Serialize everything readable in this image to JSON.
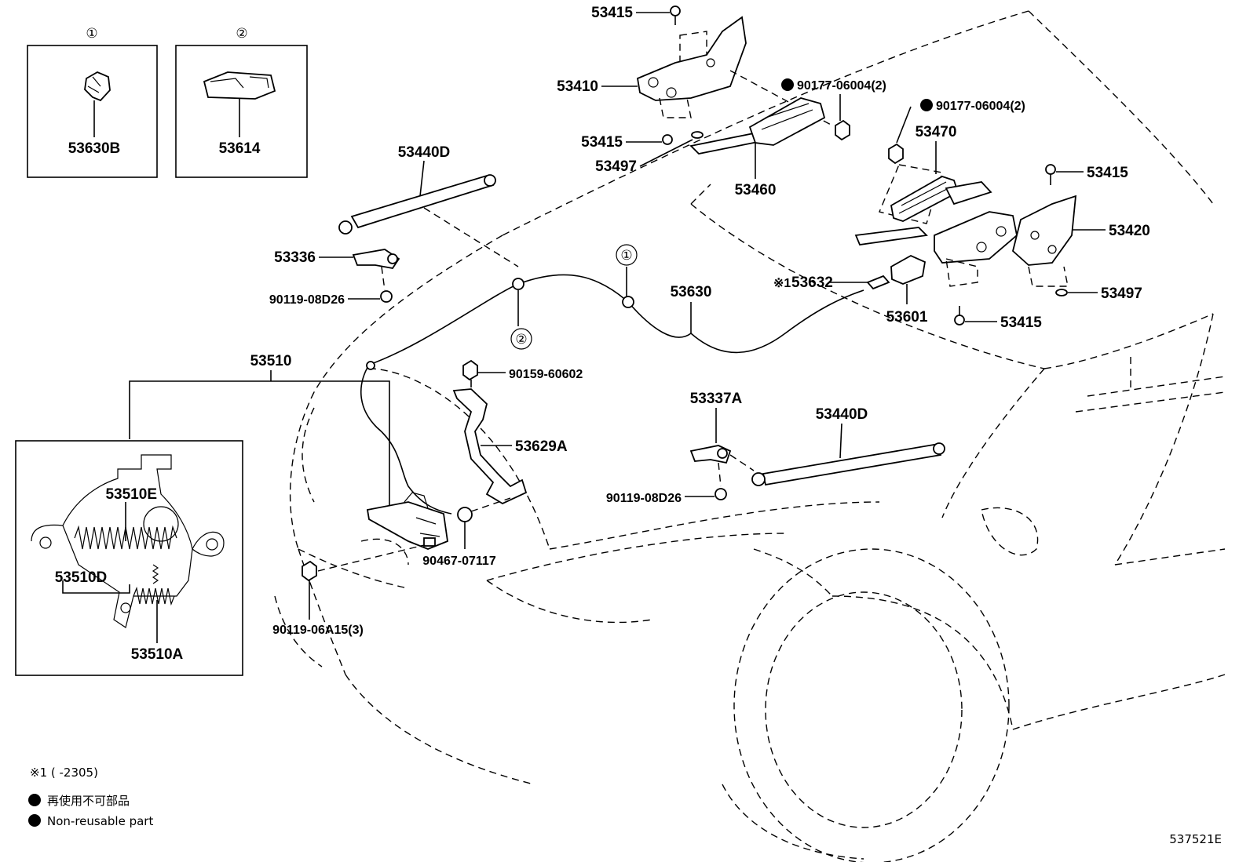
{
  "insets": [
    {
      "marker": "①",
      "part": "53630B"
    },
    {
      "marker": "②",
      "part": "53614"
    }
  ],
  "labels": {
    "p53415_top": "53415",
    "p53410": "53410",
    "p90177_a": "90177-06004(2)",
    "p90177_b": "90177-06004(2)",
    "p53415_mid": "53415",
    "p53497_left": "53497",
    "p53460": "53460",
    "p53470": "53470",
    "p53415_right": "53415",
    "p53420": "53420",
    "p53440D_top": "53440D",
    "p53336": "53336",
    "p90119_08D26_a": "90119-08D26",
    "p53632_prefix": "※1",
    "p53632": "53632",
    "p53630": "53630",
    "p53601": "53601",
    "p53415_bottom": "53415",
    "p53497_right": "53497",
    "p53510": "53510",
    "p90159": "90159-60602",
    "p53629A": "53629A",
    "p53337A": "53337A",
    "p53440D_bottom": "53440D",
    "p90119_08D26_b": "90119-08D26",
    "p53510E": "53510E",
    "p53510D": "53510D",
    "p53510A": "53510A",
    "p90467": "90467-07117",
    "p90119_06A15": "90119-06A15(3)",
    "marker_1": "①",
    "marker_2": "②"
  },
  "notes": {
    "applicability": "※1 (      -2305)",
    "non_reusable_jp": "再使用不可部品",
    "non_reusable_en": "Non-reusable part"
  },
  "figure_code": "537521E"
}
